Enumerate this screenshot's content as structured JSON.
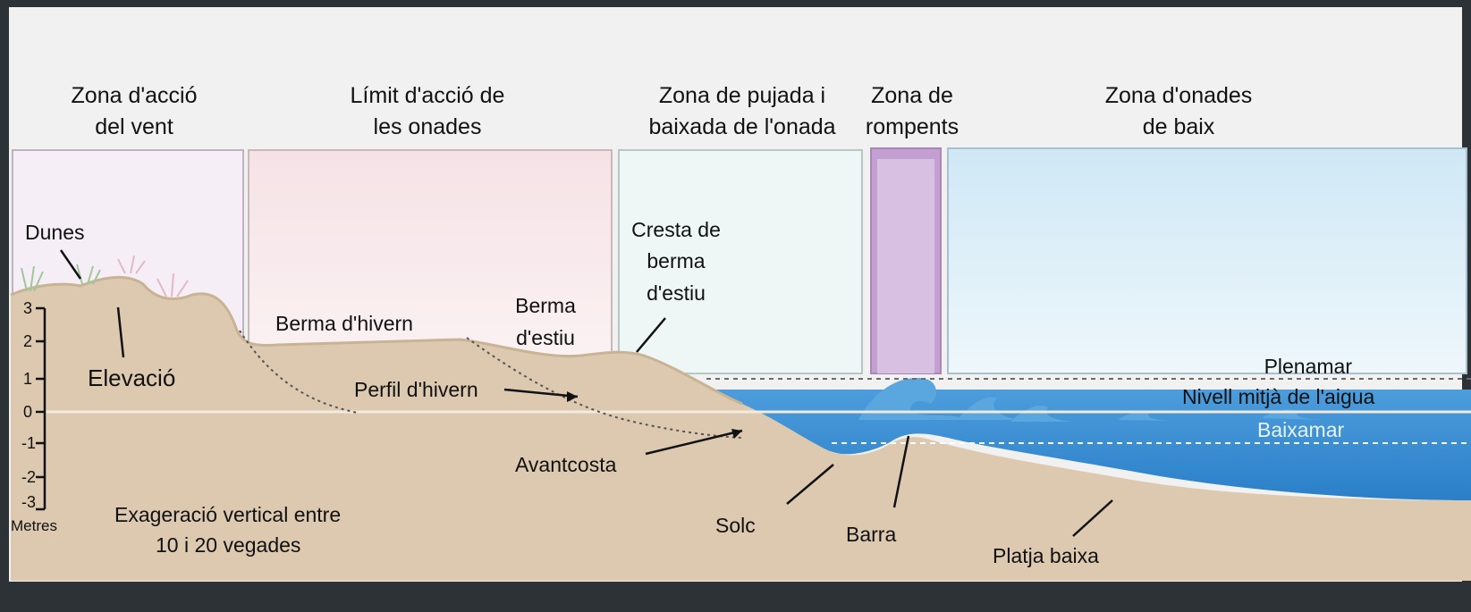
{
  "zones": {
    "wind_l1": "Zona d'acció",
    "wind_l2": "del vent",
    "wave_limit_l1": "Límit d'acció de",
    "wave_limit_l2": "les onades",
    "swash_l1": "Zona de pujada i",
    "swash_l2": "baixada de l'onada",
    "breakers_l1": "Zona de",
    "breakers_l2": "rompents",
    "shoaling_l1": "Zona d'onades",
    "shoaling_l2": "de baix"
  },
  "labels": {
    "dunes": "Dunes",
    "elevation": "Elevació",
    "winter_berm": "Berma d'hivern",
    "summer_berm_l1": "Berma",
    "summer_berm_l2": "d'estiu",
    "summer_crest_l1": "Cresta de",
    "summer_crest_l2": "berma",
    "summer_crest_l3": "d'estiu",
    "winter_profile": "Perfil d'hivern",
    "foreshore": "Avantcosta",
    "trough": "Solc",
    "bar": "Barra",
    "low_beach": "Platja baixa",
    "high_tide": "Plenamar",
    "mean_water": "Nivell mitjà de l'aigua",
    "low_tide": "Baixamar",
    "exaggeration_l1": "Exageració vertical entre",
    "exaggeration_l2": "10 i 20 vegades"
  },
  "axis": {
    "unit": "Metres",
    "ticks": [
      "3",
      "2",
      "1",
      "0",
      "-1",
      "-2",
      "-3"
    ]
  },
  "colors": {
    "sand": "#d9c6ad",
    "water": "#3a8fd4",
    "breaker_zone": "#c9a6d4",
    "sky": "#d8eef8"
  }
}
